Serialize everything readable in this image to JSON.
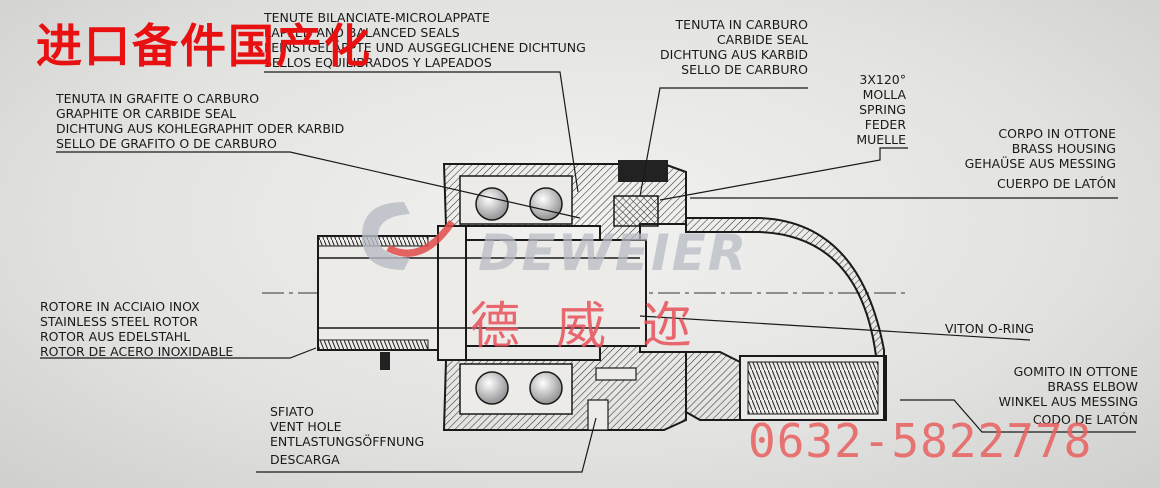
{
  "overlay": {
    "title_cn": "进口备件国产化",
    "brand_cn": "德威迩",
    "brand_en": "DEWEIER",
    "phone": "0632-5822778"
  },
  "labels": {
    "balanced_seals": [
      "TENUTE BILANCIATE-MICROLAPPATE",
      "LAPPED AND BALANCED SEALS",
      "FEINSTGELÄPPTE UND AUSGEGLICHENE DICHTUNG",
      "SELLOS EQUILIBRADOS Y LAPEADOS"
    ],
    "carbide_seal": [
      "TENUTA IN CARBURO",
      "CARBIDE SEAL",
      "DICHTUNG AUS KARBID",
      "SELLO DE CARBURO"
    ],
    "graphite_seal": [
      "TENUTA IN GRAFITE O CARBURO",
      "GRAPHITE OR CARBIDE SEAL",
      "DICHTUNG AUS KOHLEGRAPHIT ODER KARBID",
      "SELLO DE GRAFITO O DE CARBURO"
    ],
    "spring": [
      "3X120°",
      "MOLLA",
      "SPRING",
      "FEDER",
      "MUELLE"
    ],
    "housing": [
      "CORPO IN OTTONE",
      "BRASS HOUSING",
      "GEHAÜSE AUS MESSING",
      "CUERPO DE LATÓN"
    ],
    "rotor": [
      "ROTORE IN ACCIAIO INOX",
      "STAINLESS STEEL ROTOR",
      "ROTOR AUS EDELSTAHL",
      "ROTOR DE ACERO INOXIDABLE"
    ],
    "oring": [
      "VITON O-RING"
    ],
    "vent": [
      "SFIATO",
      "VENT HOLE",
      "ENTLASTUNGSÖFFNUNG",
      "DESCARGA"
    ],
    "elbow": [
      "GOMITO IN OTTONE",
      "BRASS ELBOW",
      "WINKEL AUS MESSING",
      "CODO DE LATÓN"
    ]
  },
  "colors": {
    "overlay_red": "#e81010",
    "line": "#1a1a1a"
  }
}
